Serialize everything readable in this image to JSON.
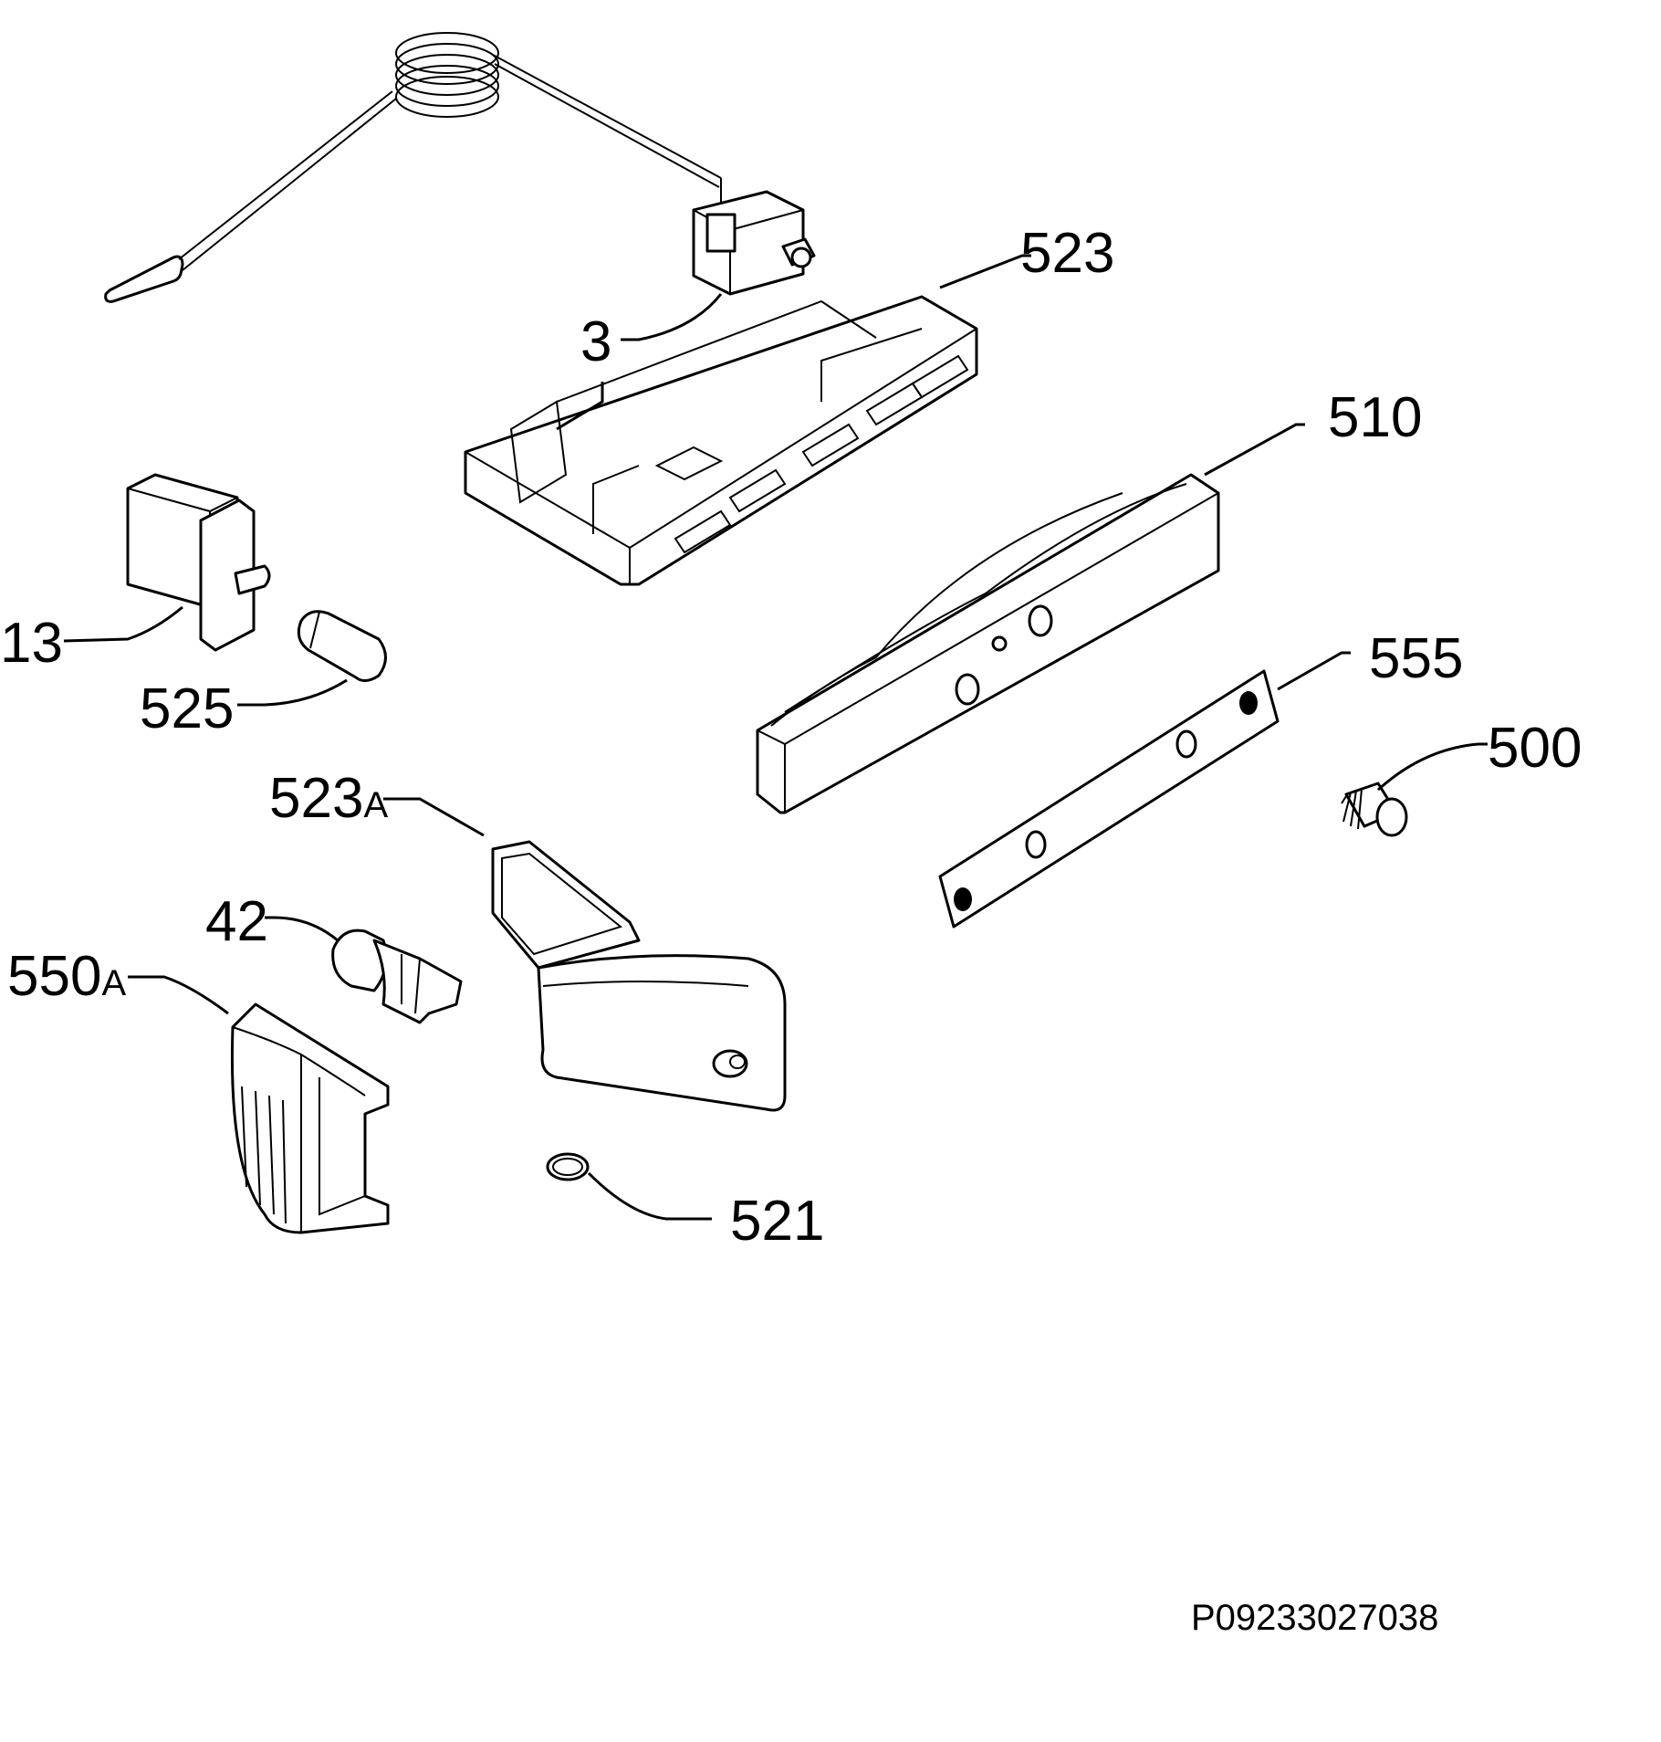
{
  "callouts": {
    "c3": "3",
    "c13": "13",
    "c42": "42",
    "c500": "500",
    "c510": "510",
    "c521": "521",
    "c523": "523",
    "c523a_num": "523",
    "c523a_suffix": "A",
    "c525": "525",
    "c550a_num": "550",
    "c550a_suffix": "A",
    "c555": "555"
  },
  "drawing_code": "P09233027038"
}
